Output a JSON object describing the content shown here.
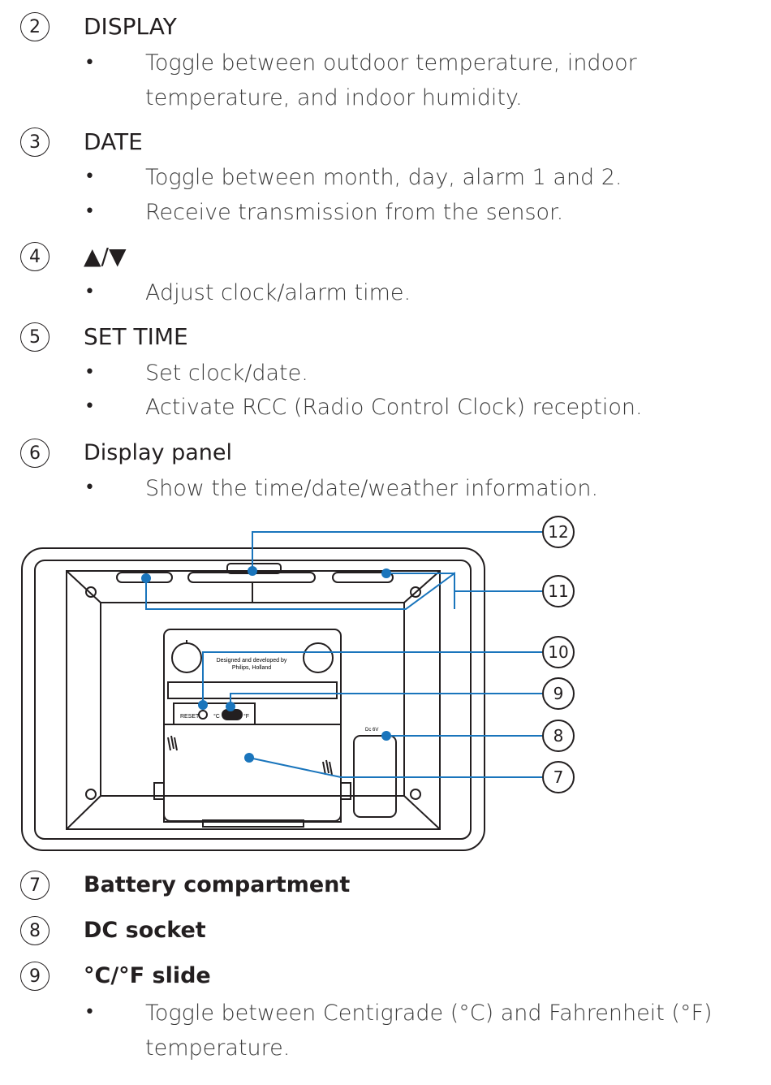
{
  "sections_top": [
    {
      "num": "2",
      "title": "DISPLAY",
      "bullets": [
        "Toggle between outdoor temperature, indoor temperature, and indoor humidity."
      ]
    },
    {
      "num": "3",
      "title": "DATE",
      "bullets": [
        "Toggle between month, day, alarm 1 and 2.",
        "Receive transmission from the sensor."
      ]
    },
    {
      "num": "4",
      "title": "▲/▼",
      "bullets": [
        "Adjust clock/alarm time."
      ]
    },
    {
      "num": "5",
      "title": "SET TIME",
      "bullets": [
        "Set clock/date.",
        "Activate RCC (Radio Control Clock) reception."
      ]
    },
    {
      "num": "6",
      "title": "Display panel",
      "bullets": [
        "Show the time/date/weather information."
      ]
    }
  ],
  "diagram": {
    "callouts": [
      "12",
      "11",
      "10",
      "9",
      "8",
      "7"
    ],
    "label_designed": "Designed and developed by",
    "label_company": "Philips, Holland",
    "label_reset": "RESET",
    "label_c": "°C",
    "label_f": "°F",
    "label_dc": "Dc 6V",
    "accent": "#1a75bc"
  },
  "sections_bottom": [
    {
      "num": "7",
      "title": "Battery compartment",
      "bullets": []
    },
    {
      "num": "8",
      "title": "DC socket",
      "bullets": []
    },
    {
      "num": "9",
      "title": "°C/°F slide",
      "bullets": [
        "Toggle between Centigrade (°C) and Fahrenheit (°F) temperature."
      ]
    }
  ],
  "bullet_char": "•"
}
